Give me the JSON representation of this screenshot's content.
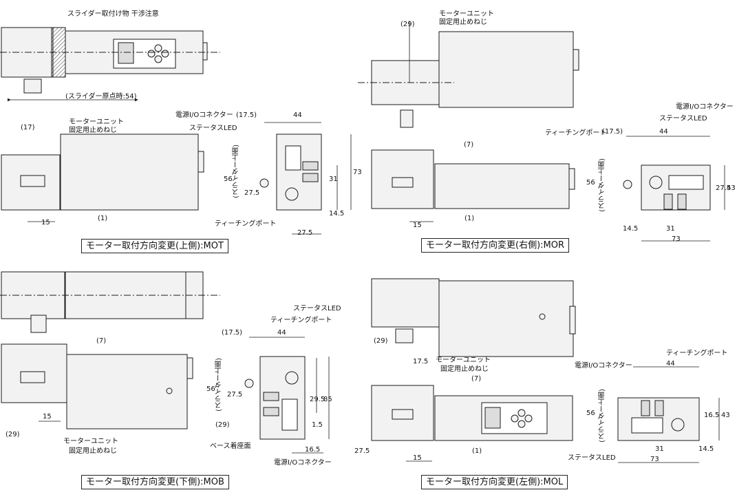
{
  "labels": {
    "slider_interference": "スライダー取付け物 干渉注意",
    "slider_origin": "(スライダー原点時:54)",
    "motor_unit_screw_1": "モーターユニット",
    "motor_unit_screw_2": "固定用止めねじ",
    "power_io": "電源I/Oコネクター",
    "status_led": "ステータスLED",
    "teaching_port": "ティーチングポート",
    "slider_top": "(スライダー上面)",
    "base_mount": "ベース着座面"
  },
  "dims": {
    "d17": "(17)",
    "d15": "15",
    "d1": "(1)",
    "d17_5": "(17.5)",
    "d44": "44",
    "d56": "56",
    "d27_5": "27.5",
    "d31": "31",
    "d73": "73",
    "d14_5": "14.5",
    "d29": "(29)",
    "d7": "(7)",
    "d43": "43",
    "d29_5": "29.5",
    "d85": "85",
    "d1_5": "1.5",
    "d16_5": "16.5",
    "d17_5b": "17.5",
    "d27_5b": "27.5"
  },
  "captions": {
    "mot": "モーター取付方向変更(上側):MOT",
    "mor": "モーター取付方向変更(右側):MOR",
    "mob": "モーター取付方向変更(下側):MOB",
    "mol": "モーター取付方向変更(左側):MOL"
  },
  "colors": {
    "body": "#f2f2f2",
    "line": "#1a1a1a",
    "gray": "#8a8a8a"
  }
}
